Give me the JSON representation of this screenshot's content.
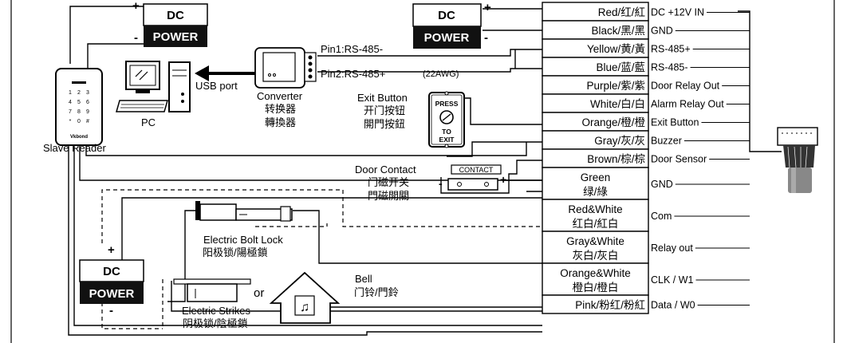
{
  "power_top_left": {
    "top": "DC",
    "bottom": "POWER",
    "plus": "+",
    "minus": "-"
  },
  "power_top_mid": {
    "top": "DC",
    "bottom": "POWER",
    "plus": "+",
    "minus": "-"
  },
  "power_bottom_left": {
    "top": "DC",
    "bottom": "POWER",
    "plus": "+",
    "minus": "-"
  },
  "wires": [
    {
      "label": "Red/红/紅",
      "function": "DC +12V IN"
    },
    {
      "label": "Black/黑/黑",
      "function": "GND"
    },
    {
      "label": "Yellow/黄/黃",
      "function": "RS-485+"
    },
    {
      "label": "Blue/蓝/藍",
      "function": "RS-485-"
    },
    {
      "label": "Purple/紫/紫",
      "function": "Door Relay Out"
    },
    {
      "label": "White/白/白",
      "function": "Alarm Relay Out"
    },
    {
      "label": "Orange/橙/橙",
      "function": "Exit Button"
    },
    {
      "label": "Gray/灰/灰",
      "function": "Buzzer"
    },
    {
      "label": "Brown/棕/棕",
      "function": "Door Sensor"
    },
    {
      "label1": "Green",
      "label2": "绿/綠",
      "function": "GND"
    },
    {
      "label1": "Red&White",
      "label2": "红白/紅白",
      "function": "Com"
    },
    {
      "label1": "Gray&White",
      "label2": "灰白/灰白",
      "function": "Relay out"
    },
    {
      "label1": "Orange&White",
      "label2": "橙白/橙白",
      "function": "CLK / W1"
    },
    {
      "label": "Pink/粉红/粉紅",
      "function": "Data / W0"
    }
  ],
  "converter": {
    "pin1": "Pin1:RS-485-",
    "pin2": "Pin2:RS-485+",
    "awg": "(22AWG)",
    "label_en": "Converter",
    "label_sc": "转换器",
    "label_tc": "轉換器"
  },
  "usb_port": "USB port",
  "pc": "PC",
  "slave_reader": "Slave Reader",
  "reader_keys": [
    "1",
    "2",
    "3",
    "4",
    "5",
    "6",
    "7",
    "8",
    "9",
    "*",
    "0",
    "#"
  ],
  "reader_brand": "Vkbond",
  "exit_button": {
    "label_en": "Exit Button",
    "label_sc": "开门按钮",
    "label_tc": "開門按鈕",
    "press": "PRESS",
    "to": "TO",
    "exit": "EXIT"
  },
  "door_contact": {
    "label_en": "Door Contact",
    "label_sc": "门磁开关",
    "label_tc": "門磁開關",
    "tag": "CONTACT",
    "minus": "-",
    "plus": "+"
  },
  "bolt_lock": {
    "label_en": "Electric Bolt Lock",
    "label_zh": "阳极锁/陽極鎖"
  },
  "strikes": {
    "label_en": "Electric Strikes",
    "label_zh": "阴极锁/陰極鎖"
  },
  "or_text": "or",
  "bell": {
    "label_en": "Bell",
    "label_zh": "门铃/門鈴"
  }
}
